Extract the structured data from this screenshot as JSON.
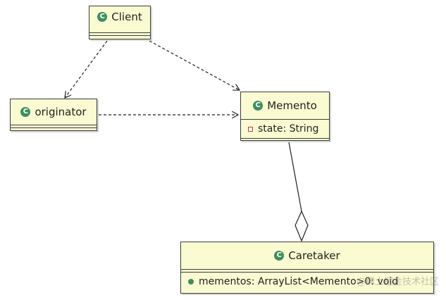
{
  "diagram": {
    "classes": {
      "client": {
        "name": "Client",
        "icon": "class-icon"
      },
      "originator": {
        "name": "originator",
        "icon": "class-icon"
      },
      "memento": {
        "name": "Memento",
        "icon": "class-icon",
        "attributes": [
          {
            "visibility": "private",
            "text": "state: String"
          }
        ]
      },
      "caretaker": {
        "name": "Caretaker",
        "icon": "class-icon",
        "attributes": [
          {
            "visibility": "public",
            "text": "mementos: ArrayList<Memento>0: void"
          }
        ]
      }
    },
    "relations": [
      {
        "from": "client",
        "to": "originator",
        "type": "dependency"
      },
      {
        "from": "client",
        "to": "memento",
        "type": "dependency"
      },
      {
        "from": "originator",
        "to": "memento",
        "type": "dependency"
      },
      {
        "from": "caretaker",
        "to": "memento",
        "type": "aggregation"
      }
    ],
    "watermark": "@稀土掘金技术社区",
    "colors": {
      "box_fill": "#fbfbd2",
      "class_icon": "#3d8f5f",
      "private_icon": "#c0392b"
    }
  }
}
